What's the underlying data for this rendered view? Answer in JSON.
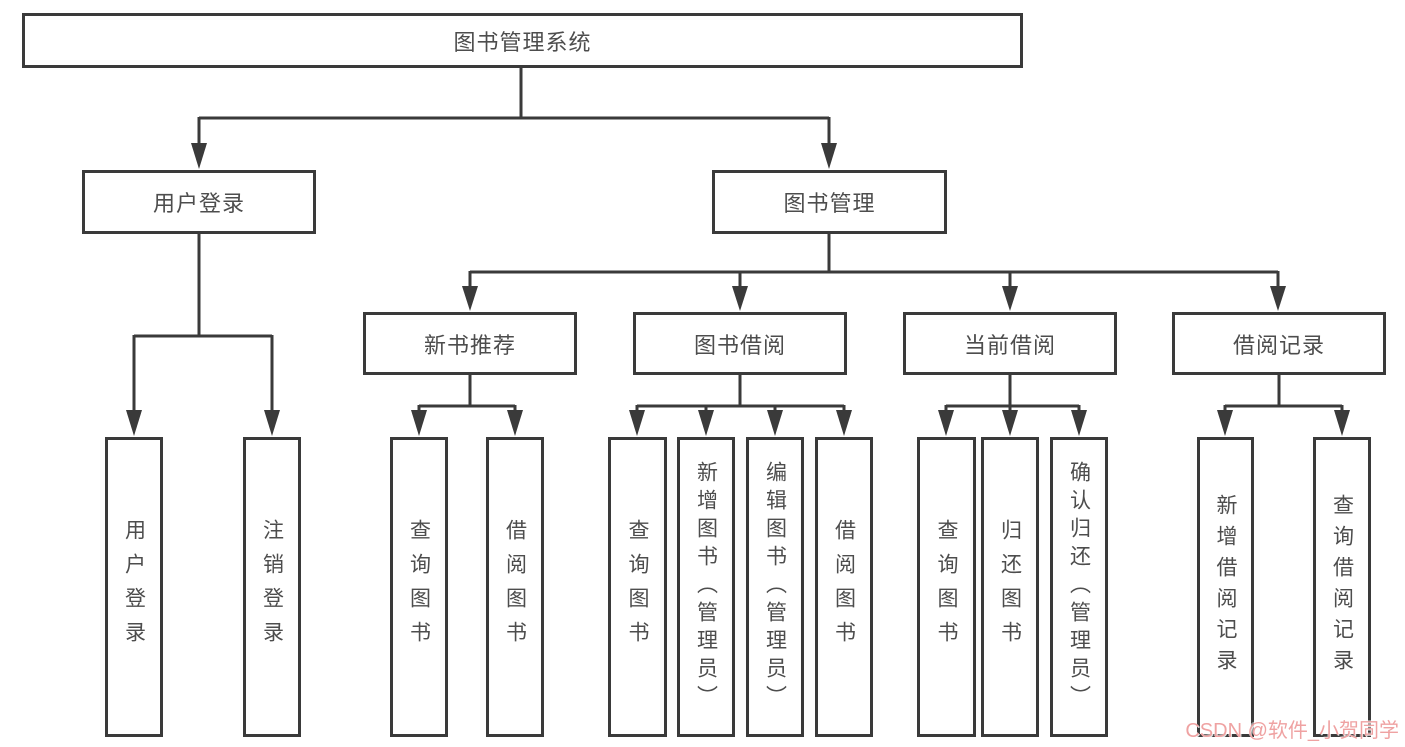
{
  "nodes": {
    "root": "图书管理系统",
    "login": "用户登录",
    "manage": "图书管理",
    "recommend": "新书推荐",
    "borrow": "图书借阅",
    "current": "当前借阅",
    "records": "借阅记录"
  },
  "leaves": {
    "login_user_login": "用户登录",
    "login_logout": "注销登录",
    "rec_query_book": "查询图书",
    "rec_borrow_book": "借阅图书",
    "bor_query_book": "查询图书",
    "bor_add_book_admin": "新增图书（管理员）",
    "bor_edit_book_admin": "编辑图书（管理员）",
    "bor_borrow_book": "借阅图书",
    "cur_query_book": "查询图书",
    "cur_return_book": "归还图书",
    "cur_confirm_return_admin": "确认归还（管理员）",
    "recd_add_record": "新增借阅记录",
    "recd_query_record": "查询借阅记录"
  },
  "watermark": "CSDN @软件_小贺同学",
  "colors": {
    "line": "#3a3a3a",
    "box_border": "#3a3a3a",
    "text": "#4d4d4d",
    "watermark": "#efa2a2",
    "background": "#ffffff"
  }
}
